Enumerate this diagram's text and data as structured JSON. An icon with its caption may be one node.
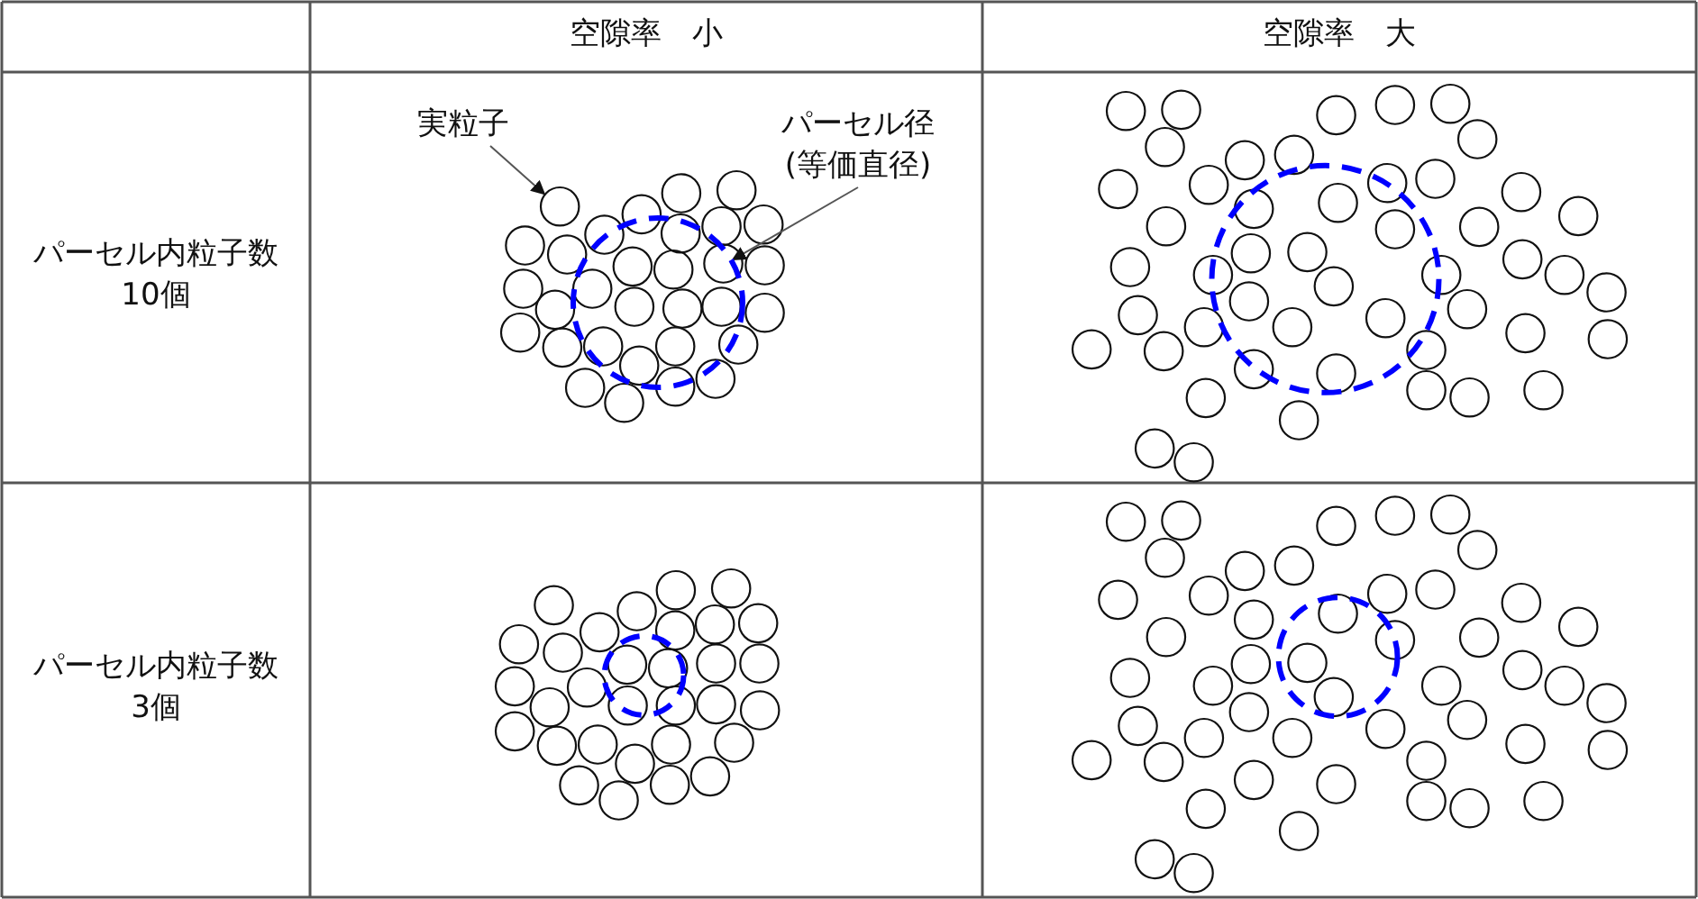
{
  "diagram": {
    "nodes": [
      {
        "text": [
          "実粒子"
        ]
      },
      {
        "text": [
          "パーセル径(等価直径)"
        ]
      },
      {
        "text": [],
        "shape": "circle"
      },
      {
        "text": [],
        "shape": "circle"
      }
    ],
    "edges": [
      {
        "from": 0,
        "to": 2,
        "arrow": "to"
      },
      {
        "from": 1,
        "to": 3,
        "arrow": "to"
      }
    ],
    "labels": [
      "空隙率　小",
      "空隙率　大",
      "パーセル内粒子数10個",
      "パーセル内粒子数3個"
    ]
  }
}
